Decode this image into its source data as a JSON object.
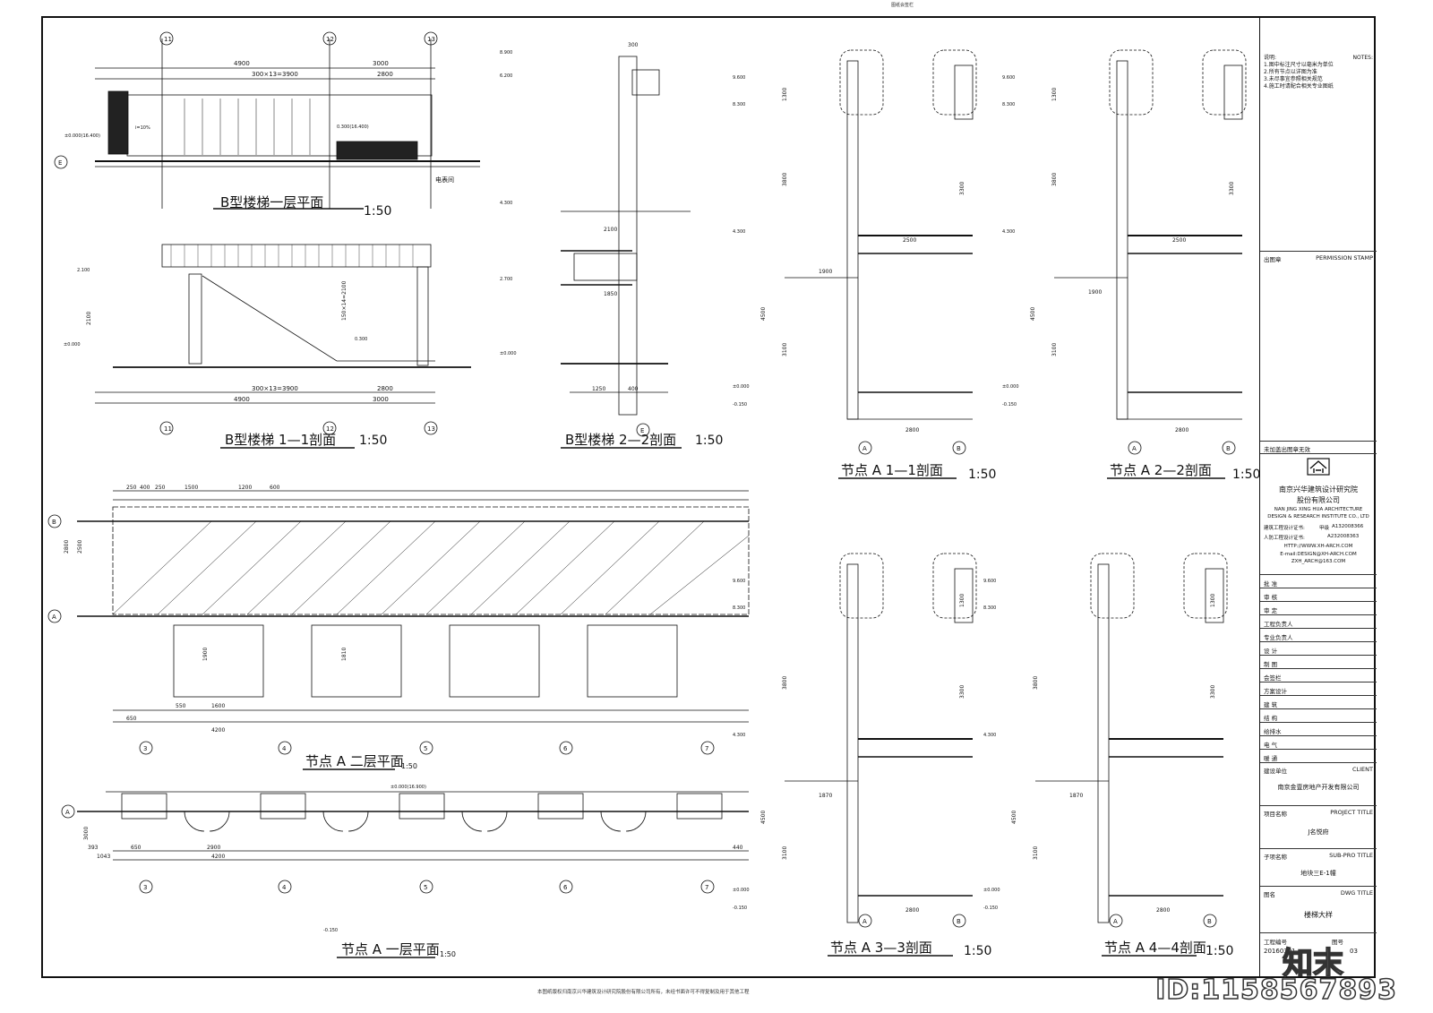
{
  "top_stamp": "图纸会签栏",
  "views": {
    "b_stair_floor1": {
      "title": "B型楼梯一层平面",
      "scale": "1:50",
      "dims_top": [
        "4900",
        "3000",
        "300×13=3900",
        "2800"
      ],
      "labels": [
        "电表间",
        "±0.000(16.400)",
        "0.300(16.400)",
        "i=10%"
      ],
      "axes": [
        "11",
        "12",
        "13"
      ],
      "row": "E"
    },
    "b_stair_sec1": {
      "title": "B型楼梯  1—1剖面",
      "scale": "1:50",
      "dims": [
        "4900",
        "3000",
        "300×13=3900",
        "2800",
        "150×14=2100",
        "2100"
      ],
      "labels": [
        "±0.000",
        "0.300",
        "2.100"
      ],
      "axes": [
        "11",
        "12",
        "13"
      ]
    },
    "b_stair_sec2": {
      "title": "B型楼梯  2—2剖面",
      "scale": "1:50",
      "dims": [
        "2100",
        "1850",
        "1250",
        "400",
        "300"
      ],
      "labels": [
        "8.900",
        "6.200",
        "4.300",
        "2.700",
        "±0.000"
      ],
      "axis": "E"
    },
    "node_a1": {
      "title": "节点 A 1—1剖面",
      "scale": "1:50",
      "dims": [
        "2800",
        "2500",
        "1900",
        "3800",
        "4500",
        "3100",
        "1300",
        "3300"
      ],
      "labels": [
        "9.600",
        "8.300",
        "4.300",
        "±0.000",
        "-0.150"
      ],
      "axes": [
        "A",
        "B"
      ]
    },
    "node_a2": {
      "title": "节点 A 2—2剖面",
      "scale": "1:50",
      "dims": [
        "2800",
        "2500",
        "1900",
        "3800",
        "4500",
        "3100",
        "1300",
        "3300"
      ],
      "labels": [
        "9.600",
        "8.300",
        "4.300",
        "±0.000",
        "-0.150"
      ],
      "axes": [
        "A",
        "B"
      ]
    },
    "node_a_floor2": {
      "title": "节点 A 二层平面",
      "scale": "1:50",
      "dims_top": [
        "250",
        "400",
        "250",
        "1500",
        "1200",
        "600",
        "2500",
        "2800"
      ],
      "dims_bottom": [
        "650",
        "550",
        "1600",
        "4200",
        "1900",
        "1810"
      ],
      "axes": [
        "3",
        "4",
        "5",
        "6",
        "7"
      ],
      "rows": [
        "B",
        "A"
      ]
    },
    "node_a_floor1": {
      "title": "节点 A 一层平面",
      "scale": "1:50",
      "dims": [
        "393",
        "650",
        "2900",
        "4200",
        "1043",
        "440",
        "3000"
      ],
      "axes": [
        "3",
        "4",
        "5",
        "6",
        "7"
      ],
      "rows": [
        "A"
      ],
      "label": "-0.150",
      "level": "±0.000(16.900)"
    },
    "node_a3": {
      "title": "节点 A 3—3剖面",
      "scale": "1:50",
      "dims": [
        "2800",
        "3800",
        "4500",
        "3100",
        "3300",
        "1870",
        "1300"
      ],
      "labels": [
        "9.600",
        "8.300",
        "4.300",
        "±0.000",
        "-0.150"
      ],
      "axes": [
        "A",
        "B"
      ]
    },
    "node_a4": {
      "title": "节点 A 4—4剖面",
      "scale": "1:50",
      "dims": [
        "2800",
        "3800",
        "4500",
        "3100",
        "3300",
        "1870",
        "1300"
      ],
      "labels": [
        "9.600",
        "8.300",
        "4.300",
        "±0.000",
        "-0.150"
      ],
      "axes": [
        "A",
        "B"
      ]
    }
  },
  "titleblock": {
    "notes_head": "说明:",
    "notes_en": "NOTES:",
    "notes": [
      "1.图中标注尺寸以毫米为单位",
      "2.所有节点以详图为准",
      "3.未尽事宜参照相关规范",
      "4.施工时请配合相关专业图纸"
    ],
    "stamp_cn": "出图章",
    "stamp_en": "PERMISSION STAMP",
    "no_stamp": "未加盖出图章无效",
    "company_cn": "南京兴华建筑设计研究院",
    "company_cn2": "股份有限公司",
    "company_en1": "NAN JING XING HUA ARCHITECTURE",
    "company_en2": "DESIGN & RESEARCH INSTITUTE CO., LTD",
    "cert_label": "建筑工程设计证书:",
    "cert_grade": "甲级",
    "cert_no": "A132008366",
    "civil_label": "人防工程设计证书:",
    "civil_no": "A232008363",
    "web": "HTTP://WWW.XH-ARCH.COM",
    "email1": "E-mail:DESIGN@XH-ARCH.COM",
    "email2": "ZXH_ARCH@163.COM",
    "roles": [
      "批    准",
      "审    核",
      "审    定",
      "工程负责人",
      "专业负责人",
      "设    计",
      "制    图",
      "会签栏",
      "方案设计",
      "建    筑",
      "结    构",
      "给排水",
      "电    气",
      "暖    通"
    ],
    "client_label": "建设单位",
    "client_en": "CLIENT",
    "client": "南京金壹房地产开发有限公司",
    "project_label": "项目名称",
    "project_en": "PROJECT TITLE",
    "project": "J名悦府",
    "sub_label": "子项名称",
    "sub_en": "SUB-PRO TITLE",
    "sub": "地块三E-1幢",
    "dwg_label": "图名",
    "dwg_en": "DWG TITLE",
    "dwg": "楼梯大样",
    "date_label": "工程编号",
    "date": "20160301",
    "sheet_label": "图号",
    "sheet": "03"
  },
  "footnote": "本图纸版权归南京兴华建筑设计研究院股份有限公司所有，未经书面许可不得复制及用于其他工程",
  "watermark": "ID:1158567893",
  "watermark_cn": "知末"
}
